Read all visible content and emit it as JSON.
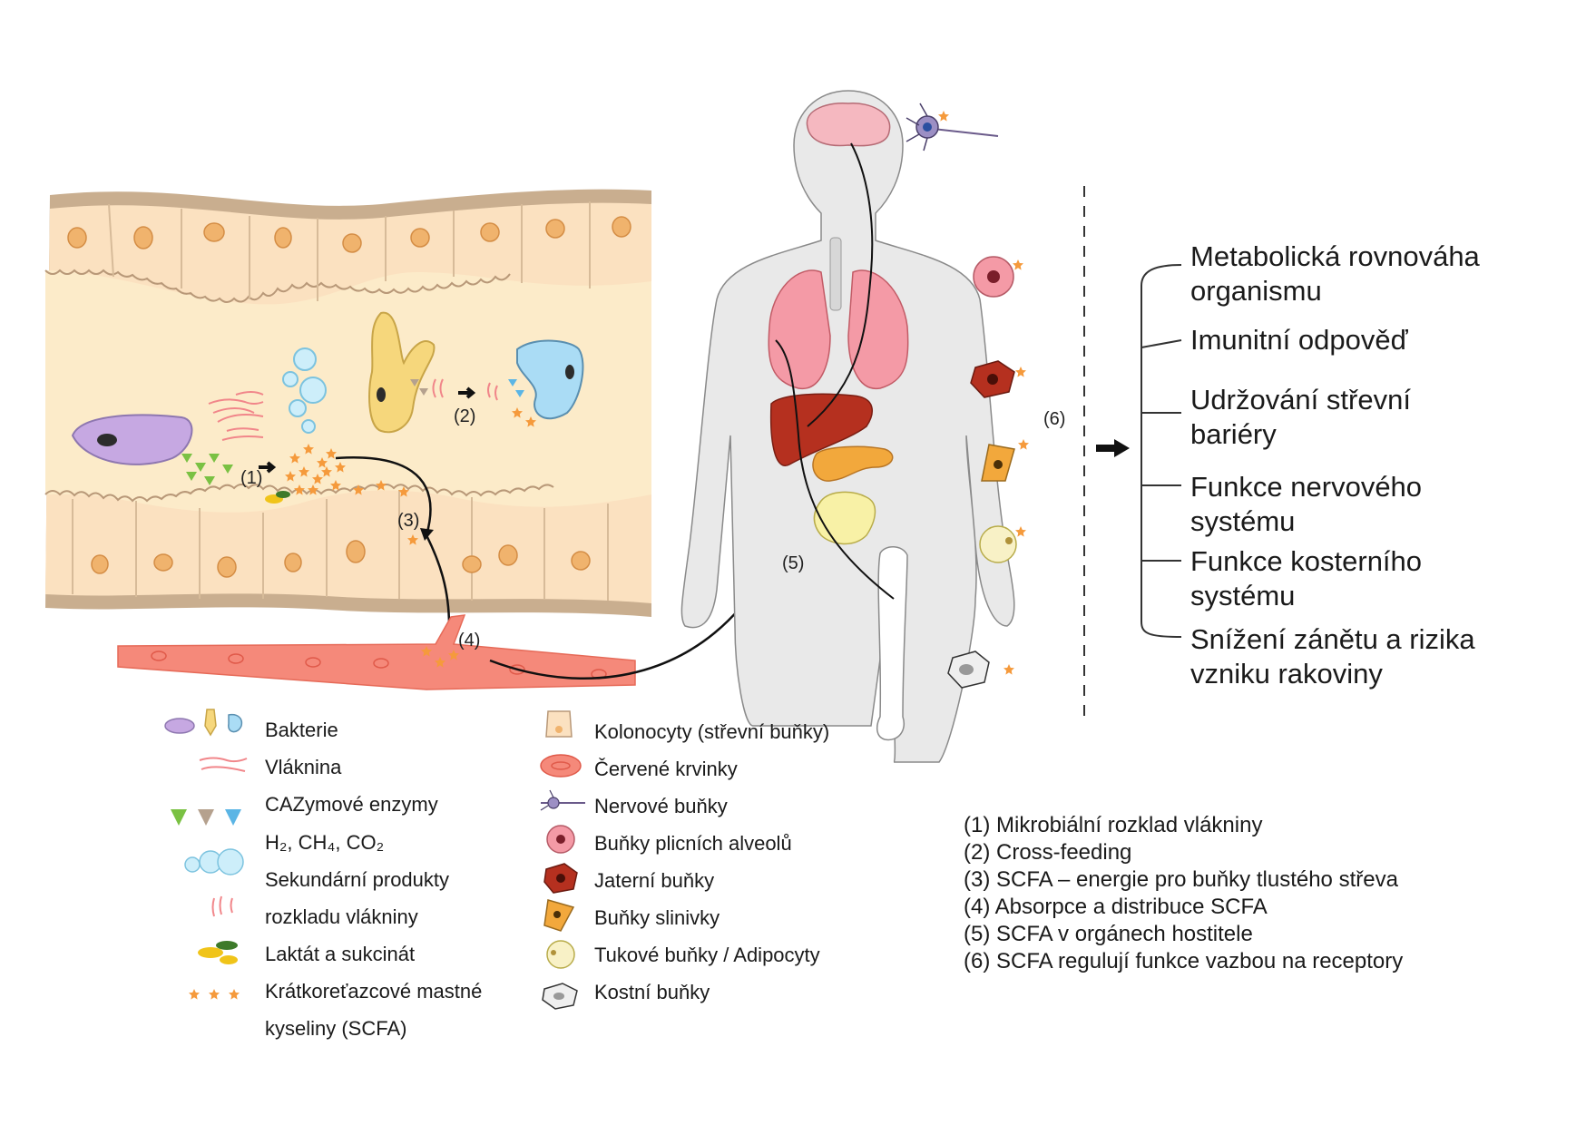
{
  "colors": {
    "gut_wall": "#c9ae8f",
    "gut_tissue": "#fbe1c0",
    "lumen": "#fcebc9",
    "nucleus": "#f0b36d",
    "vessel": "#f5897a",
    "body": "#e9e9e9",
    "lung": "#f49aa6",
    "liver": "#b5301f",
    "pancreas": "#f2a83c",
    "fat": "#f8f1a6",
    "brain": "#f5b8c0",
    "scfa": "#f59a3c",
    "bacteria_purple": "#c6a8e2",
    "bacteria_yellow": "#f6d77c",
    "bacteria_blue": "#aadcf5"
  },
  "steps_markers": {
    "s1": "(1)",
    "s2": "(2)",
    "s3": "(3)",
    "s4": "(4)",
    "s5": "(5)",
    "s6": "(6)"
  },
  "outcomes": [
    {
      "line1": "Metabolická rovnováha",
      "line2": "organismu"
    },
    {
      "line1": "Imunitní odpověď",
      "line2": ""
    },
    {
      "line1": "Udržování střevní",
      "line2": "bariéry"
    },
    {
      "line1": "Funkce nervového",
      "line2": "systému"
    },
    {
      "line1": "Funkce kosterního",
      "line2": "systému"
    },
    {
      "line1": "Snížení zánětu a rizika",
      "line2": "vzniku rakoviny"
    }
  ],
  "legend_left": [
    {
      "icon": "bacteria-icon",
      "text": "Bakterie"
    },
    {
      "icon": "fiber-icon",
      "text": "Vláknina"
    },
    {
      "icon": "cazyme-icon",
      "text": "CAZymové enzymy"
    },
    {
      "icon": "gas-icon",
      "text": "H₂, CH₄, CO₂"
    },
    {
      "icon": "bubble-icon",
      "text": "Sekundární produkty"
    },
    {
      "icon": "fiber-residue-icon",
      "text": "rozkladu vlákniny"
    },
    {
      "icon": "lactate-icon",
      "text": "Laktát a sukcinát"
    },
    {
      "icon": "scfa-icon",
      "text": "Krátkoreťazcové mastné"
    },
    {
      "icon": "",
      "text": "kyseliny (SCFA)"
    }
  ],
  "legend_right": [
    {
      "icon": "colonocyte-icon",
      "text": "Kolonocyty (střevní buňky)"
    },
    {
      "icon": "red-blood-cell-icon",
      "text": "Červené krvinky"
    },
    {
      "icon": "nerve-cell-icon",
      "text": "Nervové buňky"
    },
    {
      "icon": "alveolar-cell-icon",
      "text": "Buňky plicních alveolů"
    },
    {
      "icon": "liver-cell-icon",
      "text": "Jaterní buňky"
    },
    {
      "icon": "pancreas-cell-icon",
      "text": "Buňky slinivky"
    },
    {
      "icon": "fat-cell-icon",
      "text": "Tukové buňky / Adipocyty"
    },
    {
      "icon": "bone-cell-icon",
      "text": "Kostní buňky"
    }
  ],
  "steps": [
    "(1)  Mikrobiální rozklad vlákniny",
    "(2)  Cross-feeding",
    "(3)  SCFA – energie pro buňky tlustého střeva",
    "(4)  Absorpce a distribuce SCFA",
    "(5)  SCFA v orgánech hostitele",
    "(6)  SCFA regulují funkce vazbou na receptory"
  ]
}
